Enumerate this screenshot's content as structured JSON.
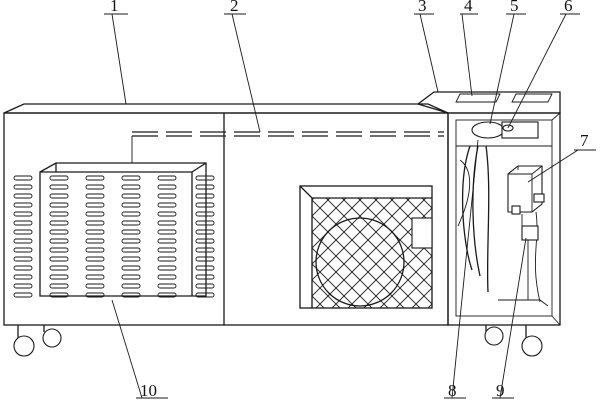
{
  "figure": {
    "labels": [
      {
        "id": "1",
        "text": "1"
      },
      {
        "id": "2",
        "text": "2"
      },
      {
        "id": "3",
        "text": "3"
      },
      {
        "id": "4",
        "text": "4"
      },
      {
        "id": "5",
        "text": "5"
      },
      {
        "id": "6",
        "text": "6"
      },
      {
        "id": "7",
        "text": "7"
      },
      {
        "id": "8",
        "text": "8"
      },
      {
        "id": "9",
        "text": "9"
      },
      {
        "id": "10",
        "text": "10"
      }
    ]
  },
  "colors": {
    "line": "#1a1a1a",
    "background": "#ffffff"
  }
}
